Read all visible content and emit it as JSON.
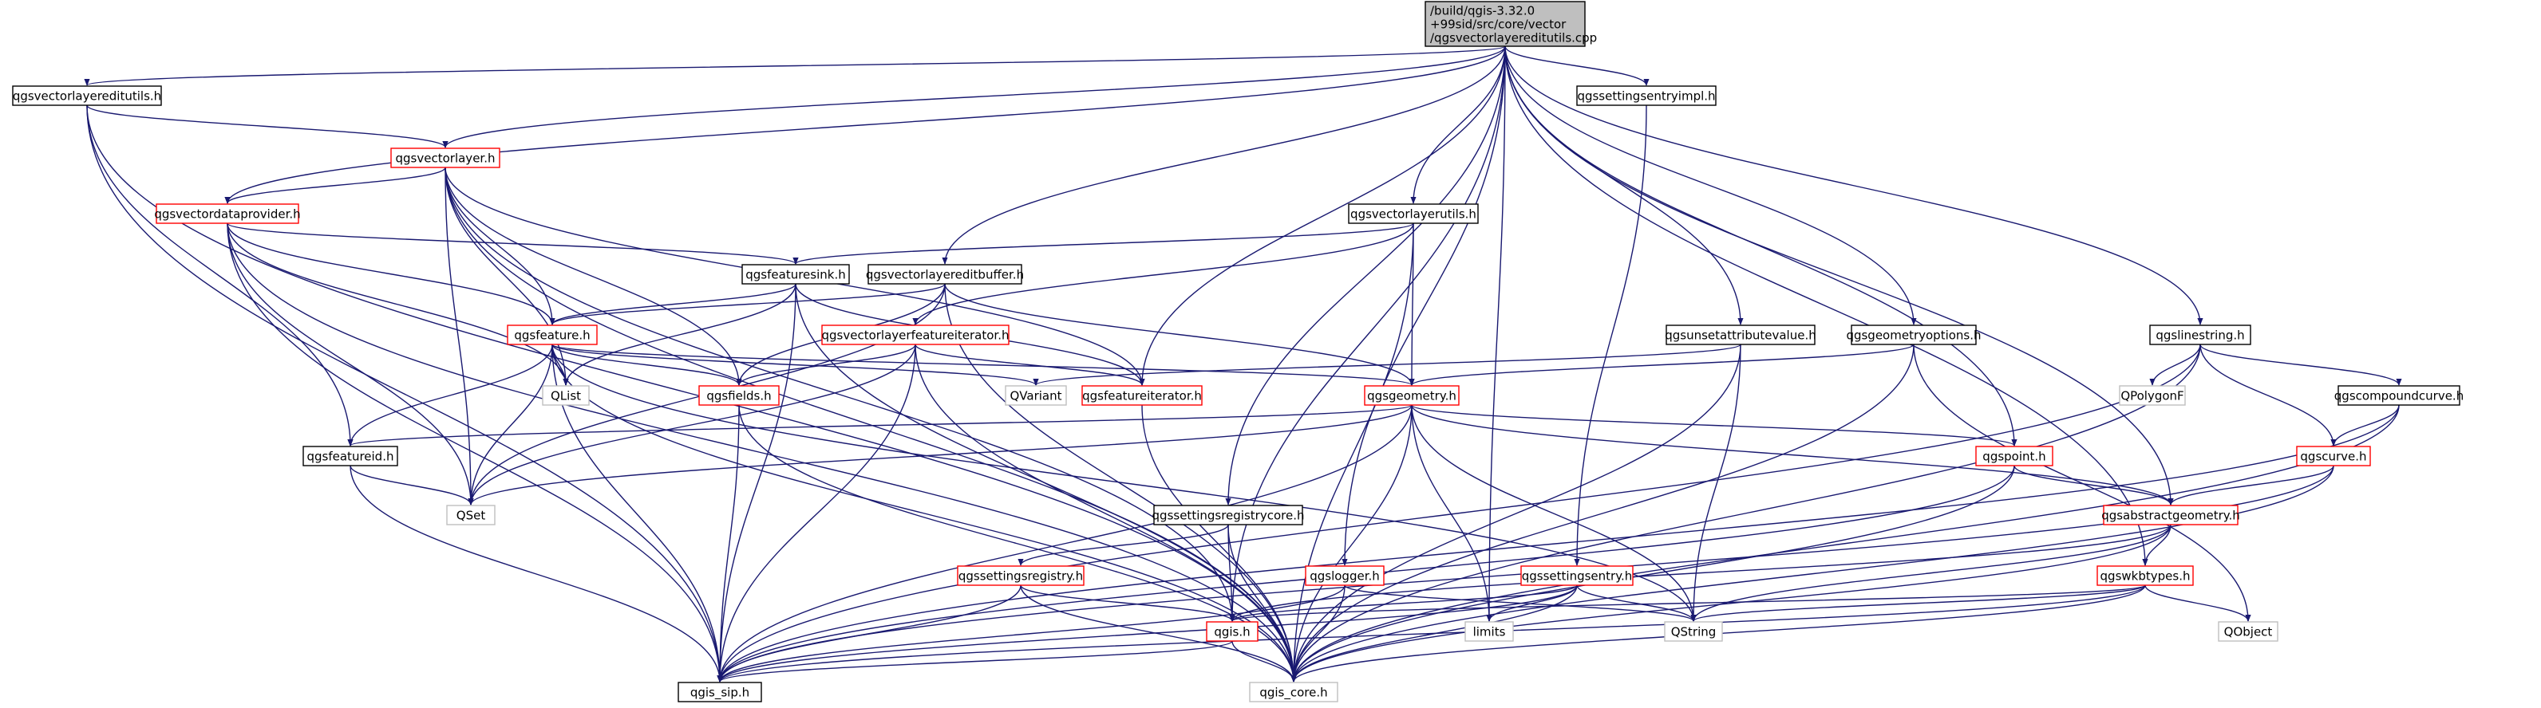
{
  "colors": {
    "edge": "#191970",
    "border_black": "#000000",
    "border_red": "#ff0000",
    "border_grey": "#bfbfbf",
    "root_fill": "#bfbfbf",
    "text": "#000000"
  },
  "nodes": [
    {
      "id": "root",
      "lines": [
        "/build/qgis-3.32.0",
        "+99sid/src/core/vector",
        "/qgsvectorlayereditutils.cpp"
      ],
      "style": "root"
    },
    {
      "id": "qgsvectorlayereditutils_h",
      "lines": [
        "qgsvectorlayereditutils.h"
      ],
      "style": "black"
    },
    {
      "id": "qgsvectorlayer_h",
      "lines": [
        "qgsvectorlayer.h"
      ],
      "style": "red"
    },
    {
      "id": "qgsvectordataprovider_h",
      "lines": [
        "qgsvectordataprovider.h"
      ],
      "style": "red"
    },
    {
      "id": "qgsfeaturesink_h",
      "lines": [
        "qgsfeaturesink.h"
      ],
      "style": "black"
    },
    {
      "id": "qgsvectorlayereditbuffer_h",
      "lines": [
        "qgsvectorlayereditbuffer.h"
      ],
      "style": "black"
    },
    {
      "id": "qgsvectorlayerutils_h",
      "lines": [
        "qgsvectorlayerutils.h"
      ],
      "style": "black"
    },
    {
      "id": "qgssettingsentryimpl_h",
      "lines": [
        "qgssettingsentryimpl.h"
      ],
      "style": "black"
    },
    {
      "id": "qgsfeature_h",
      "lines": [
        "qgsfeature.h"
      ],
      "style": "red"
    },
    {
      "id": "qgsvectorlayerfeatureiterator_h",
      "lines": [
        "qgsvectorlayerfeatureiterator.h"
      ],
      "style": "red"
    },
    {
      "id": "qgsunsetattributevalue_h",
      "lines": [
        "qgsunsetattributevalue.h"
      ],
      "style": "black"
    },
    {
      "id": "qgsgeometryoptions_h",
      "lines": [
        "qgsgeometryoptions.h"
      ],
      "style": "black"
    },
    {
      "id": "qgslinestring_h",
      "lines": [
        "qgslinestring.h"
      ],
      "style": "black"
    },
    {
      "id": "qlist",
      "lines": [
        "QList"
      ],
      "style": "grey"
    },
    {
      "id": "qgsfields_h",
      "lines": [
        "qgsfields.h"
      ],
      "style": "red"
    },
    {
      "id": "qvariant",
      "lines": [
        "QVariant"
      ],
      "style": "grey"
    },
    {
      "id": "qgsfeatureiterator_h",
      "lines": [
        "qgsfeatureiterator.h"
      ],
      "style": "red"
    },
    {
      "id": "qgsgeometry_h",
      "lines": [
        "qgsgeometry.h"
      ],
      "style": "red"
    },
    {
      "id": "qpolygonf",
      "lines": [
        "QPolygonF"
      ],
      "style": "grey"
    },
    {
      "id": "qgscompoundcurve_h",
      "lines": [
        "qgscompoundcurve.h"
      ],
      "style": "black"
    },
    {
      "id": "qgsfeatureid_h",
      "lines": [
        "qgsfeatureid.h"
      ],
      "style": "black"
    },
    {
      "id": "qset",
      "lines": [
        "QSet"
      ],
      "style": "grey"
    },
    {
      "id": "qgspoint_h",
      "lines": [
        "qgspoint.h"
      ],
      "style": "red"
    },
    {
      "id": "qgscurve_h",
      "lines": [
        "qgscurve.h"
      ],
      "style": "red"
    },
    {
      "id": "qgssettingsregistrycore_h",
      "lines": [
        "qgssettingsregistrycore.h"
      ],
      "style": "black"
    },
    {
      "id": "qgsabstractgeometry_h",
      "lines": [
        "qgsabstractgeometry.h"
      ],
      "style": "red"
    },
    {
      "id": "qgssettingsregistry_h",
      "lines": [
        "qgssettingsregistry.h"
      ],
      "style": "red"
    },
    {
      "id": "qgslogger_h",
      "lines": [
        "qgslogger.h"
      ],
      "style": "red"
    },
    {
      "id": "qgssettingsentry_h",
      "lines": [
        "qgssettingsentry.h"
      ],
      "style": "red"
    },
    {
      "id": "qgswkbtypes_h",
      "lines": [
        "qgswkbtypes.h"
      ],
      "style": "red"
    },
    {
      "id": "qgis_h",
      "lines": [
        "qgis.h"
      ],
      "style": "red"
    },
    {
      "id": "limits",
      "lines": [
        "limits"
      ],
      "style": "grey"
    },
    {
      "id": "qstring",
      "lines": [
        "QString"
      ],
      "style": "grey"
    },
    {
      "id": "qobject",
      "lines": [
        "QObject"
      ],
      "style": "grey"
    },
    {
      "id": "qgis_sip_h",
      "lines": [
        "qgis_sip.h"
      ],
      "style": "black"
    },
    {
      "id": "qgis_core_h",
      "lines": [
        "qgis_core.h"
      ],
      "style": "grey"
    }
  ],
  "edges": [
    [
      "root",
      "qgsvectorlayereditutils_h"
    ],
    [
      "root",
      "qgsvectorlayer_h"
    ],
    [
      "root",
      "qgsvectordataprovider_h"
    ],
    [
      "root",
      "qgsvectorlayereditbuffer_h"
    ],
    [
      "root",
      "qgsvectorlayerutils_h"
    ],
    [
      "root",
      "qgssettingsentryimpl_h"
    ],
    [
      "root",
      "qgsunsetattributevalue_h"
    ],
    [
      "root",
      "qgsgeometryoptions_h"
    ],
    [
      "root",
      "qgslinestring_h"
    ],
    [
      "root",
      "qgsfeatureiterator_h"
    ],
    [
      "root",
      "qgssettingsregistrycore_h"
    ],
    [
      "root",
      "qgslogger_h"
    ],
    [
      "root",
      "qgis_h"
    ],
    [
      "root",
      "limits"
    ],
    [
      "root",
      "qgspoint_h"
    ],
    [
      "root",
      "qgsabstractgeometry_h"
    ],
    [
      "root",
      "qgswkbtypes_h"
    ],
    [
      "qgsvectorlayereditutils_h",
      "qgsvectorlayer_h"
    ],
    [
      "qgsvectorlayereditutils_h",
      "qgsfeatureid_h"
    ],
    [
      "qgsvectorlayereditutils_h",
      "qgis_sip_h"
    ],
    [
      "qgsvectorlayereditutils_h",
      "qgis_core_h"
    ],
    [
      "qgsvectorlayer_h",
      "qgsvectordataprovider_h"
    ],
    [
      "qgsvectorlayer_h",
      "qgsfeature_h"
    ],
    [
      "qgsvectorlayer_h",
      "qgsfields_h"
    ],
    [
      "qgsvectorlayer_h",
      "qgsfeatureiterator_h"
    ],
    [
      "qgsvectorlayer_h",
      "qlist"
    ],
    [
      "qgsvectorlayer_h",
      "qset"
    ],
    [
      "qgsvectorlayer_h",
      "qgis_h"
    ],
    [
      "qgsvectorlayer_h",
      "qgis_core_h"
    ],
    [
      "qgsvectordataprovider_h",
      "qgsfeaturesink_h"
    ],
    [
      "qgsvectordataprovider_h",
      "qgsfeature_h"
    ],
    [
      "qgsvectordataprovider_h",
      "qlist"
    ],
    [
      "qgsvectordataprovider_h",
      "qset"
    ],
    [
      "qgsvectordataprovider_h",
      "qgis_sip_h"
    ],
    [
      "qgsvectordataprovider_h",
      "qgis_core_h"
    ],
    [
      "qgsfeaturesink_h",
      "qgsfeature_h"
    ],
    [
      "qgsfeaturesink_h",
      "qgsfeatureiterator_h"
    ],
    [
      "qgsfeaturesink_h",
      "qlist"
    ],
    [
      "qgsfeaturesink_h",
      "qgis_sip_h"
    ],
    [
      "qgsfeaturesink_h",
      "qgis_core_h"
    ],
    [
      "qgsvectorlayereditbuffer_h",
      "qgsfeature_h"
    ],
    [
      "qgsvectorlayereditbuffer_h",
      "qgsfields_h"
    ],
    [
      "qgsvectorlayereditbuffer_h",
      "qgsgeometry_h"
    ],
    [
      "qgsvectorlayereditbuffer_h",
      "qset"
    ],
    [
      "qgsvectorlayereditbuffer_h",
      "qgis_core_h"
    ],
    [
      "qgsvectorlayerutils_h",
      "qgsfeaturesink_h"
    ],
    [
      "qgsvectorlayerutils_h",
      "qgsvectorlayerfeatureiterator_h"
    ],
    [
      "qgsvectorlayerutils_h",
      "qgsgeometry_h"
    ],
    [
      "qgsvectorlayerutils_h",
      "qgis_core_h"
    ],
    [
      "qgssettingsentryimpl_h",
      "qgssettingsentry_h"
    ],
    [
      "qgsfeature_h",
      "qlist"
    ],
    [
      "qgsfeature_h",
      "qvariant"
    ],
    [
      "qgsfeature_h",
      "qgsfields_h"
    ],
    [
      "qgsfeature_h",
      "qgsgeometry_h"
    ],
    [
      "qgsfeature_h",
      "qgsfeatureid_h"
    ],
    [
      "qgsfeature_h",
      "qset"
    ],
    [
      "qgsfeature_h",
      "qstring"
    ],
    [
      "qgsfeature_h",
      "qgis_sip_h"
    ],
    [
      "qgsfeature_h",
      "qgis_core_h"
    ],
    [
      "qgsvectorlayerfeatureiterator_h",
      "qgsfields_h"
    ],
    [
      "qgsvectorlayerfeatureiterator_h",
      "qgsfeatureiterator_h"
    ],
    [
      "qgsvectorlayerfeatureiterator_h",
      "qset"
    ],
    [
      "qgsvectorlayerfeatureiterator_h",
      "qgis_sip_h"
    ],
    [
      "qgsvectorlayerfeatureiterator_h",
      "qgis_core_h"
    ],
    [
      "qgsunsetattributevalue_h",
      "qvariant"
    ],
    [
      "qgsunsetattributevalue_h",
      "qstring"
    ],
    [
      "qgsunsetattributevalue_h",
      "qgis_core_h"
    ],
    [
      "qgsgeometryoptions_h",
      "qgsgeometry_h"
    ],
    [
      "qgsgeometryoptions_h",
      "qobject"
    ],
    [
      "qgsgeometryoptions_h",
      "qgis_core_h"
    ],
    [
      "qgslinestring_h",
      "qpolygonf"
    ],
    [
      "qgslinestring_h",
      "qgscompoundcurve_h"
    ],
    [
      "qgslinestring_h",
      "qgscurve_h"
    ],
    [
      "qgslinestring_h",
      "qgis_sip_h"
    ],
    [
      "qgslinestring_h",
      "qgis_core_h"
    ],
    [
      "qgsfields_h",
      "qgis_sip_h"
    ],
    [
      "qgsfields_h",
      "qgis_core_h"
    ],
    [
      "qgsfeatureiterator_h",
      "qgis_core_h"
    ],
    [
      "qgsgeometry_h",
      "qgsfeatureid_h"
    ],
    [
      "qgsgeometry_h",
      "qset"
    ],
    [
      "qgsgeometry_h",
      "qgspoint_h"
    ],
    [
      "qgsgeometry_h",
      "qgsabstractgeometry_h"
    ],
    [
      "qgsgeometry_h",
      "limits"
    ],
    [
      "qgsgeometry_h",
      "qstring"
    ],
    [
      "qgsgeometry_h",
      "qgis_sip_h"
    ],
    [
      "qgsgeometry_h",
      "qgis_core_h"
    ],
    [
      "qgscompoundcurve_h",
      "qgscurve_h"
    ],
    [
      "qgscompoundcurve_h",
      "qgis_sip_h"
    ],
    [
      "qgscompoundcurve_h",
      "qgis_core_h"
    ],
    [
      "qgsfeatureid_h",
      "qset"
    ],
    [
      "qgsfeatureid_h",
      "qgis_sip_h"
    ],
    [
      "qgspoint_h",
      "qgsabstractgeometry_h"
    ],
    [
      "qgspoint_h",
      "qgis_sip_h"
    ],
    [
      "qgspoint_h",
      "qgis_core_h"
    ],
    [
      "qgscurve_h",
      "qgsabstractgeometry_h"
    ],
    [
      "qgscurve_h",
      "qgis_sip_h"
    ],
    [
      "qgscurve_h",
      "qgis_core_h"
    ],
    [
      "qgssettingsregistrycore_h",
      "qgssettingsregistry_h"
    ],
    [
      "qgssettingsregistrycore_h",
      "qgis_h"
    ],
    [
      "qgssettingsregistrycore_h",
      "qgis_core_h"
    ],
    [
      "qgsabstractgeometry_h",
      "qgswkbtypes_h"
    ],
    [
      "qgsabstractgeometry_h",
      "qgis_h"
    ],
    [
      "qgsabstractgeometry_h",
      "qstring"
    ],
    [
      "qgsabstractgeometry_h",
      "qgis_core_h"
    ],
    [
      "qgssettingsregistry_h",
      "qgis_h"
    ],
    [
      "qgssettingsregistry_h",
      "qgis_sip_h"
    ],
    [
      "qgssettingsregistry_h",
      "qgis_core_h"
    ],
    [
      "qgslogger_h",
      "qstring"
    ],
    [
      "qgslogger_h",
      "qgis_sip_h"
    ],
    [
      "qgslogger_h",
      "qgis_core_h"
    ],
    [
      "qgssettingsentry_h",
      "qgis_h"
    ],
    [
      "qgssettingsentry_h",
      "limits"
    ],
    [
      "qgssettingsentry_h",
      "qstring"
    ],
    [
      "qgssettingsentry_h",
      "qgis_sip_h"
    ],
    [
      "qgssettingsentry_h",
      "qgis_core_h"
    ],
    [
      "qgswkbtypes_h",
      "qgis_h"
    ],
    [
      "qgswkbtypes_h",
      "qstring"
    ],
    [
      "qgswkbtypes_h",
      "qobject"
    ],
    [
      "qgswkbtypes_h",
      "qgis_sip_h"
    ],
    [
      "qgswkbtypes_h",
      "qgis_core_h"
    ],
    [
      "qgis_h",
      "qgis_sip_h"
    ],
    [
      "qgis_h",
      "qgis_core_h"
    ]
  ]
}
